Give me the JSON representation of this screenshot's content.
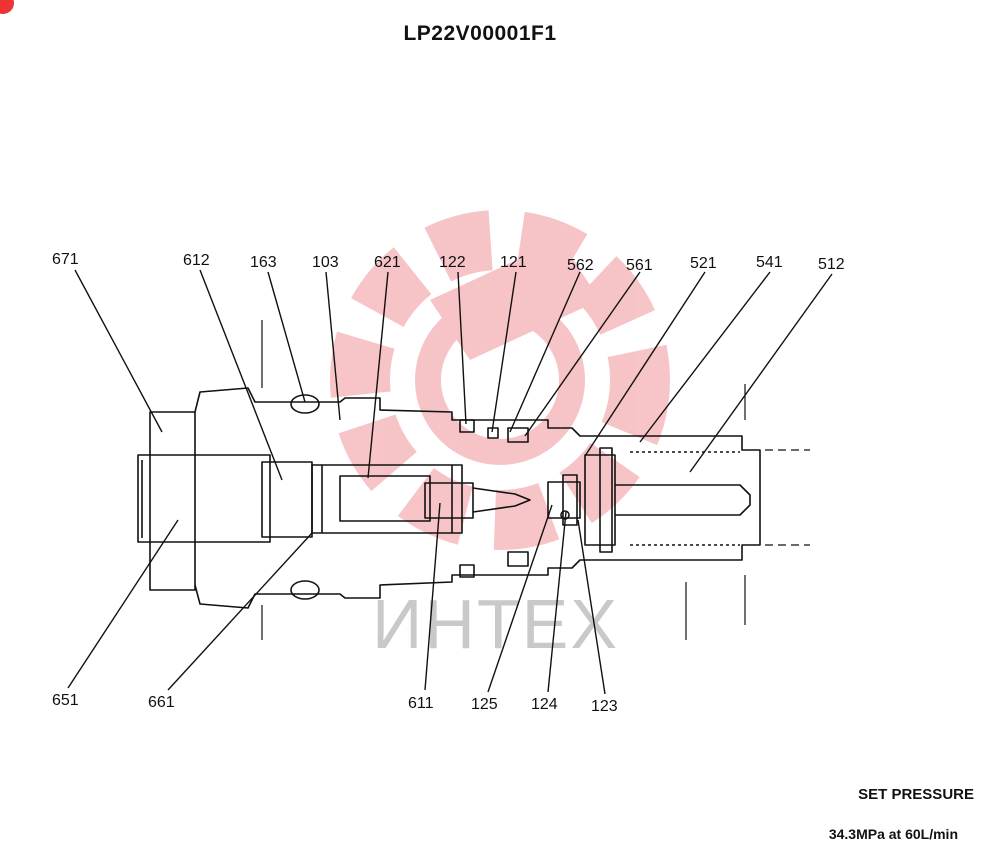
{
  "title": "LP22V00001F1",
  "watermark_text": "ИНТЕХ",
  "set_pressure_label": "SET PRESSURE",
  "set_pressure_value": "34.3MPa at 60L/min",
  "colors": {
    "line": "#111111",
    "watermark": "#e8585f",
    "badge": "#e33333"
  },
  "labels": {
    "l671": "671",
    "l612": "612",
    "l163": "163",
    "l103": "103",
    "l621": "621",
    "l122": "122",
    "l121": "121",
    "l562": "562",
    "l561": "561",
    "l521": "521",
    "l541": "541",
    "l512": "512",
    "l651": "651",
    "l661": "661",
    "l611": "611",
    "l125": "125",
    "l124": "124",
    "l123": "123"
  }
}
